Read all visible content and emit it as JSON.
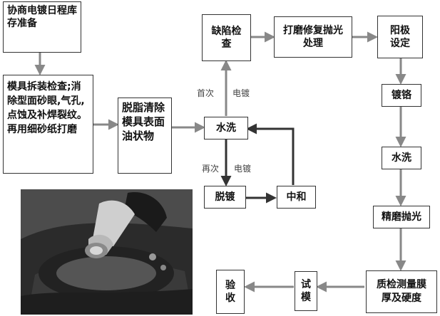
{
  "nodes": {
    "schedule": "协商电镀日程库存准备",
    "inspect": "模具拆装检查;消除型面砂眼,气孔,点蚀及补焊裂纹。再用细砂纸打磨",
    "degrease": "脱脂清除模具表面油状物",
    "defect_check": "缺陷检查",
    "polish_repair": "打磨修复抛光处理",
    "anode": "阳极设定",
    "wash1": "水洗",
    "chrome": "镀铬",
    "wash2": "水洗",
    "strip": "脱镀",
    "neutralize": "中和",
    "fine_polish": "精磨抛光",
    "qc": "质检测量膜厚及硬度",
    "trial": "试模",
    "accept": "验收"
  },
  "labels": {
    "first_time": "首次",
    "plating1": "电镀",
    "again": "再次",
    "plating2": "电镀"
  }
}
